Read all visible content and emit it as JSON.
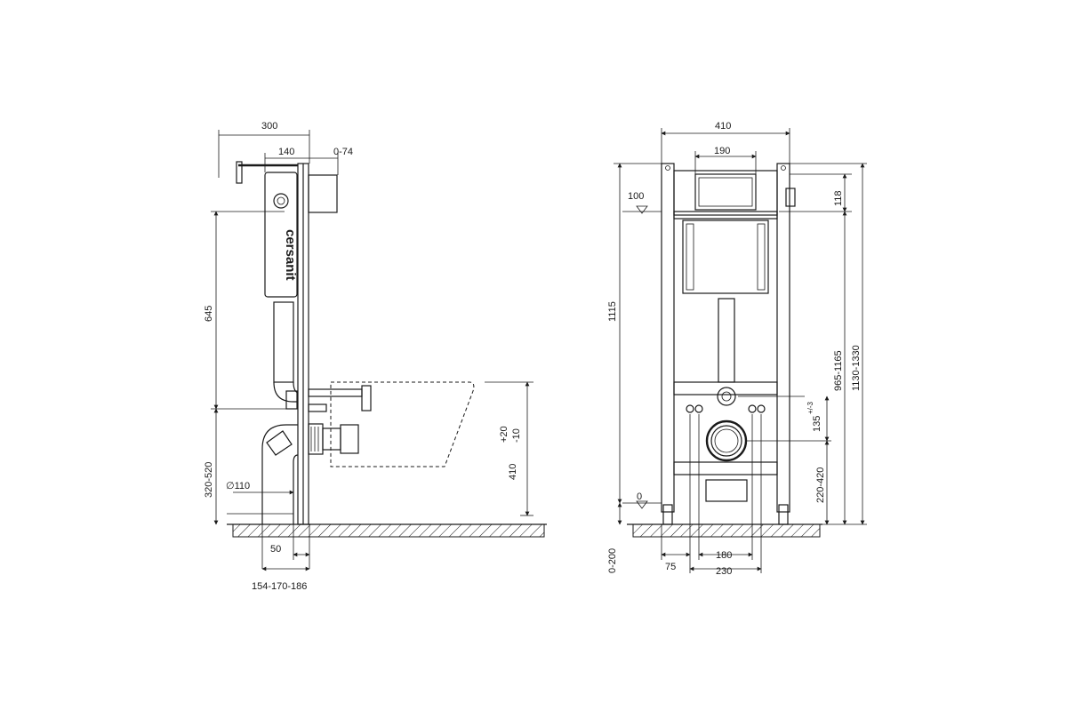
{
  "brand": "cersanit",
  "side_view": {
    "dims": {
      "width_300": "300",
      "depth_140": "140",
      "adjust_0_74": "0-74",
      "height_645": "645",
      "height_320_520": "320-520",
      "pipe_diameter": "∅110",
      "offset_50": "50",
      "depth_154_170_186": "154-170-186",
      "bowl_height_410": "410",
      "tolerance_plus": "+20",
      "tolerance_minus": "-10"
    }
  },
  "front_view": {
    "dims": {
      "width_410": "410",
      "plate_190": "190",
      "level_100": "100",
      "top_118": "118",
      "height_1115": "1115",
      "height_965_1165": "965-1165",
      "height_1130_1330": "1130-1330",
      "connector_135": "135",
      "connector_135_tol": "+/-3",
      "height_220_420": "220-420",
      "level_0": "0",
      "floor_0_200": "0-200",
      "leg_75": "75",
      "bolt_180": "180",
      "bolt_230": "230"
    }
  }
}
